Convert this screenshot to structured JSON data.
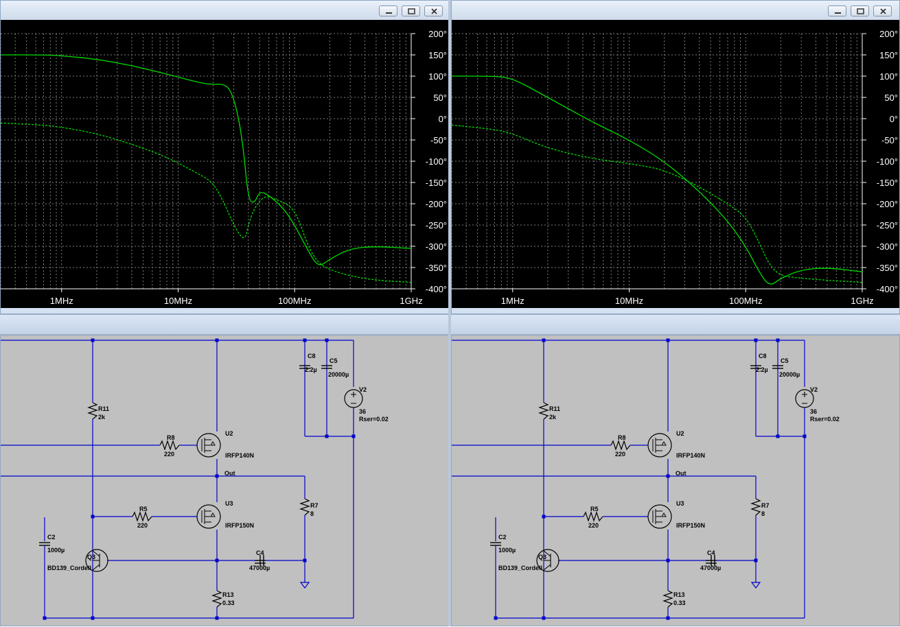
{
  "colors": {
    "plot_bg": "#000000",
    "grid": "#808080",
    "trace": "#00dd00",
    "axis_text": "#ffffff",
    "schematic_bg": "#c0c0c0",
    "wire": "#0000cc"
  },
  "window_controls": [
    "minimize-icon",
    "restore-icon",
    "close-icon"
  ],
  "plots": [
    {
      "y_ticks": [
        "200°",
        "150°",
        "100°",
        "50°",
        "0°",
        "-50°",
        "-100°",
        "-150°",
        "-200°",
        "-250°",
        "-300°",
        "-350°",
        "-400°"
      ],
      "x_ticks": [
        "1MHz",
        "10MHz",
        "100MHz",
        "1GHz"
      ],
      "chart_data": {
        "type": "line",
        "xlim_hz": [
          300000,
          1000000000
        ],
        "ylim": [
          -400,
          200
        ],
        "x_scale": "log",
        "grid": true,
        "series": [
          {
            "style": "solid",
            "x": [
              300000,
              700000,
              1000000,
              2000000,
              4000000,
              8000000,
              15000000,
              20000000,
              24000000,
              28000000,
              32000000,
              36000000,
              40000000,
              45000000,
              50000000,
              60000000,
              80000000,
              100000000,
              130000000,
              160000000,
              200000000,
              300000000,
              500000000,
              1000000000
            ],
            "y": [
              150,
              150,
              148,
              140,
              125,
              105,
              85,
              80,
              82,
              70,
              20,
              -60,
              -190,
              -200,
              -170,
              -180,
              -210,
              -250,
              -310,
              -350,
              -330,
              -305,
              -300,
              -305
            ]
          },
          {
            "style": "dashed",
            "x": [
              300000,
              700000,
              1000000,
              2000000,
              4000000,
              8000000,
              15000000,
              20000000,
              25000000,
              30000000,
              35000000,
              38000000,
              40000000,
              45000000,
              55000000,
              70000000,
              100000000,
              130000000,
              160000000,
              200000000,
              300000000,
              500000000,
              1000000000
            ],
            "y": [
              -10,
              -15,
              -20,
              -35,
              -60,
              -90,
              -130,
              -150,
              -200,
              -250,
              -280,
              -280,
              -250,
              -210,
              -180,
              -190,
              -210,
              -300,
              -340,
              -355,
              -370,
              -380,
              -385
            ]
          }
        ]
      }
    },
    {
      "y_ticks": [
        "200°",
        "150°",
        "100°",
        "50°",
        "0°",
        "-50°",
        "-100°",
        "-150°",
        "-200°",
        "-250°",
        "-300°",
        "-350°",
        "-400°"
      ],
      "x_ticks": [
        "1MHz",
        "10MHz",
        "100MHz",
        "1GHz"
      ],
      "chart_data": {
        "type": "line",
        "xlim_hz": [
          300000,
          1000000000
        ],
        "ylim": [
          -400,
          200
        ],
        "x_scale": "log",
        "grid": true,
        "series": [
          {
            "style": "solid",
            "x": [
              300000,
              700000,
              1000000,
              2000000,
              5000000,
              10000000,
              20000000,
              40000000,
              70000000,
              100000000,
              130000000,
              160000000,
              200000000,
              300000000,
              500000000,
              1000000000
            ],
            "y": [
              100,
              100,
              95,
              50,
              -10,
              -50,
              -100,
              -170,
              -240,
              -300,
              -360,
              -395,
              -375,
              -355,
              -350,
              -360
            ]
          },
          {
            "style": "dashed",
            "x": [
              300000,
              700000,
              1000000,
              2000000,
              5000000,
              10000000,
              20000000,
              40000000,
              70000000,
              100000000,
              130000000,
              160000000,
              200000000,
              300000000,
              500000000,
              1000000000
            ],
            "y": [
              -15,
              -25,
              -35,
              -70,
              -95,
              -105,
              -120,
              -160,
              -200,
              -230,
              -290,
              -345,
              -370,
              -375,
              -380,
              -385
            ]
          }
        ]
      }
    }
  ],
  "schematic": {
    "R11": {
      "name": "R11",
      "value": "2k"
    },
    "R8": {
      "name": "R8",
      "value": "220"
    },
    "R5": {
      "name": "R5",
      "value": "220"
    },
    "R7": {
      "name": "R7",
      "value": "8"
    },
    "R13": {
      "name": "R13",
      "value": "0.33"
    },
    "U2": {
      "name": "U2",
      "value": "IRFP140N"
    },
    "U3": {
      "name": "U3",
      "value": "IRFP150N"
    },
    "C8": {
      "name": "C8",
      "value": "2.2µ"
    },
    "C5": {
      "name": "C5",
      "value": "20000µ"
    },
    "C2": {
      "name": "C2",
      "value": "1000µ"
    },
    "C4": {
      "name": "C4",
      "value": "47000µ"
    },
    "V2": {
      "name": "V2",
      "value": "36",
      "rser": "Rser=0.02"
    },
    "Q3": {
      "name": "Q3",
      "value": "BD139_Cordell"
    },
    "out_label": "Out"
  }
}
